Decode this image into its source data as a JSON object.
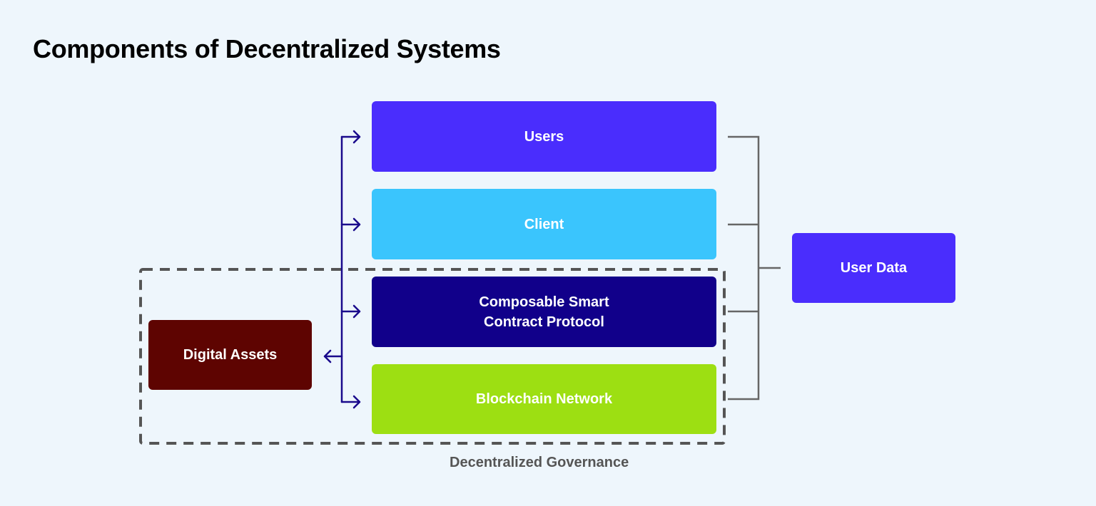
{
  "title": "Components of Decentralized Systems",
  "nodes": {
    "users": "Users",
    "client": "Client",
    "protocol": "Composable Smart Contract Protocol",
    "blockchain": "Blockchain Network",
    "assets": "Digital Assets",
    "user_data": "User Data"
  },
  "group_label": "Decentralized Governance",
  "colors": {
    "users": "#4a2dfd",
    "client": "#3ac5fd",
    "protocol": "#11008a",
    "blockchain": "#9ddf12",
    "assets": "#5e0401",
    "user_data": "#4a2dfd",
    "arrows": "#1a0a8c",
    "bracket": "#666666",
    "dashed_border": "#555555"
  }
}
